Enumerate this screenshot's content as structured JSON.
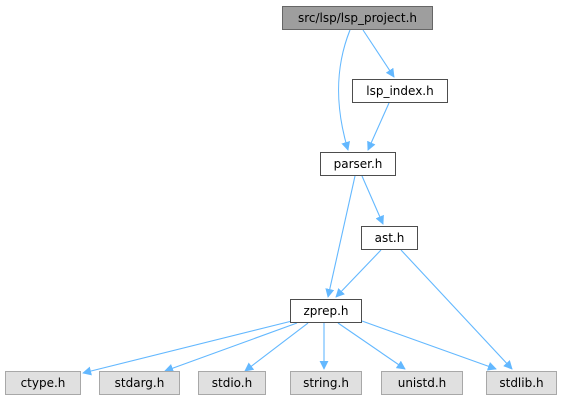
{
  "graph": {
    "edge_color": "#63b8ff",
    "nodes": {
      "root": {
        "label": "src/lsp/lsp_project.h",
        "kind": "root"
      },
      "index": {
        "label": "lsp_index.h",
        "kind": "normal"
      },
      "parser": {
        "label": "parser.h",
        "kind": "normal"
      },
      "ast": {
        "label": "ast.h",
        "kind": "normal"
      },
      "zprep": {
        "label": "zprep.h",
        "kind": "normal"
      },
      "ctype": {
        "label": "ctype.h",
        "kind": "system"
      },
      "stdarg": {
        "label": "stdarg.h",
        "kind": "system"
      },
      "stdio": {
        "label": "stdio.h",
        "kind": "system"
      },
      "string": {
        "label": "string.h",
        "kind": "system"
      },
      "unistd": {
        "label": "unistd.h",
        "kind": "system"
      },
      "stdlib": {
        "label": "stdlib.h",
        "kind": "system"
      }
    },
    "edges": [
      [
        "root",
        "index"
      ],
      [
        "root",
        "parser"
      ],
      [
        "index",
        "parser"
      ],
      [
        "parser",
        "ast"
      ],
      [
        "parser",
        "zprep"
      ],
      [
        "ast",
        "zprep"
      ],
      [
        "ast",
        "stdlib"
      ],
      [
        "zprep",
        "ctype"
      ],
      [
        "zprep",
        "stdarg"
      ],
      [
        "zprep",
        "stdio"
      ],
      [
        "zprep",
        "string"
      ],
      [
        "zprep",
        "unistd"
      ],
      [
        "zprep",
        "stdlib"
      ]
    ]
  }
}
